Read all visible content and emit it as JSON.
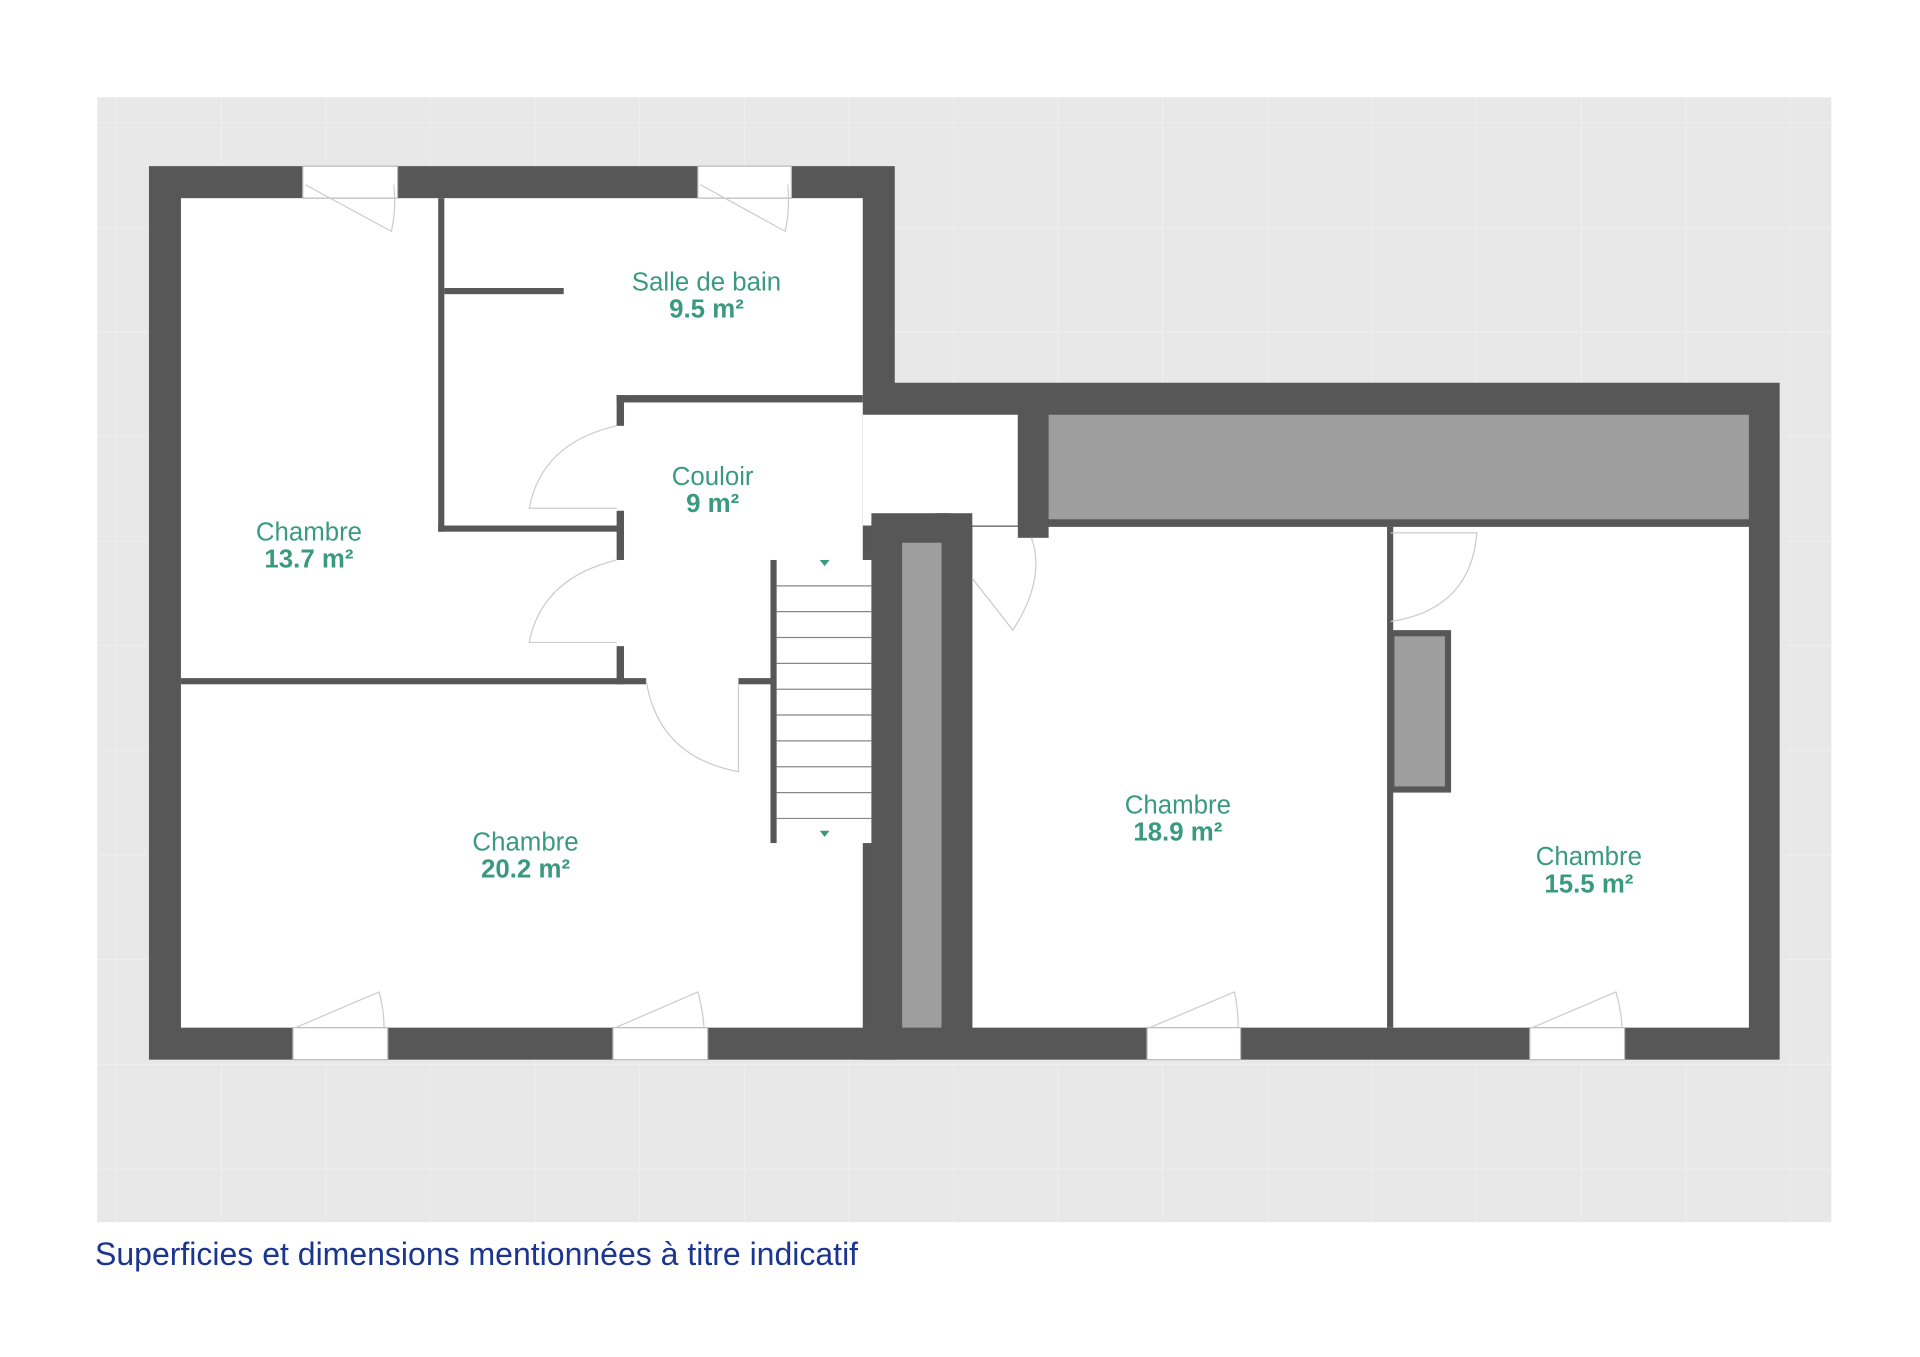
{
  "rooms": [
    {
      "name": "Salle de bain",
      "area": "9.5 m²"
    },
    {
      "name": "Couloir",
      "area": "9 m²"
    },
    {
      "name": "Chambre",
      "area": "13.7 m²"
    },
    {
      "name": "Chambre",
      "area": "20.2 m²"
    },
    {
      "name": "Chambre",
      "area": "18.9 m²"
    },
    {
      "name": "Chambre",
      "area": "15.5 m²"
    }
  ],
  "footer": "Superficies et dimensions mentionnées à titre indicatif",
  "colors": {
    "wall": "#575757",
    "fill": "#9e9e9e",
    "background": "#e8e8e8",
    "label": "#3a9a7e",
    "footer": "#1b3590"
  }
}
